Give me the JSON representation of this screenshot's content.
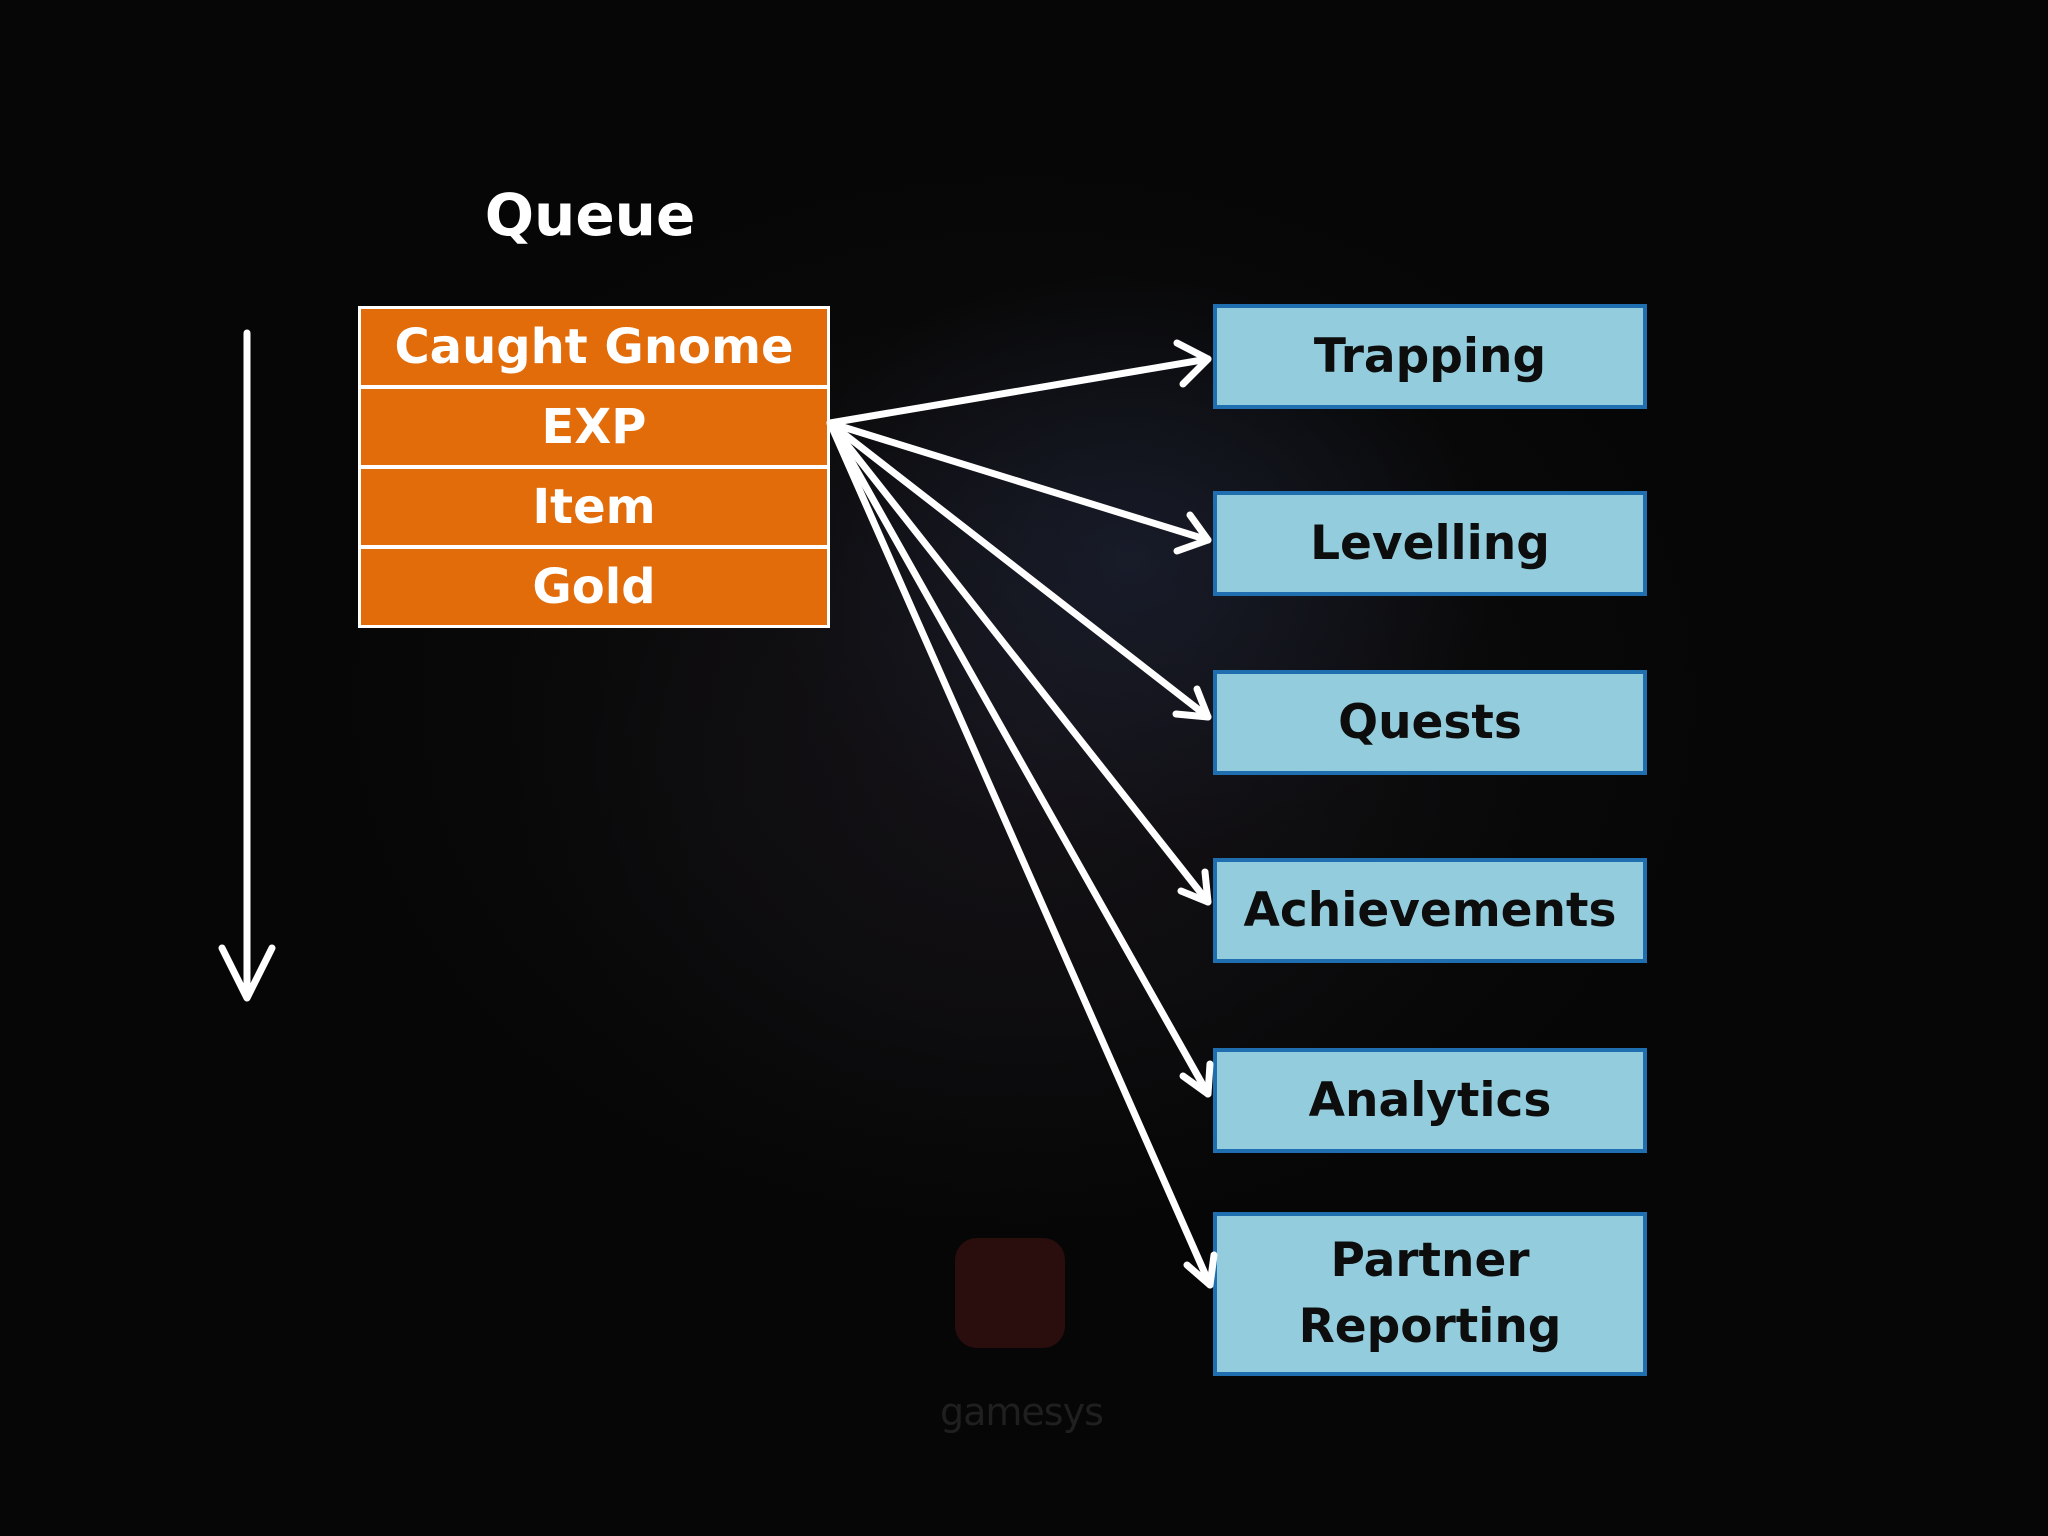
{
  "title": "Queue",
  "queue_items": [
    "Caught Gnome",
    "EXP",
    "Item",
    "Gold"
  ],
  "targets": [
    {
      "lines": [
        "Trapping"
      ]
    },
    {
      "lines": [
        "Levelling"
      ]
    },
    {
      "lines": [
        "Quests"
      ]
    },
    {
      "lines": [
        "Achievements"
      ]
    },
    {
      "lines": [
        "Analytics"
      ]
    },
    {
      "lines": [
        "Partner",
        "Reporting"
      ]
    }
  ],
  "watermark": "gamesys",
  "colors": {
    "queue_fill": "#e26b0a",
    "target_fill": "#93cddd",
    "target_border": "#1f6fb0",
    "arrow": "#ffffff",
    "background": "#060606"
  }
}
